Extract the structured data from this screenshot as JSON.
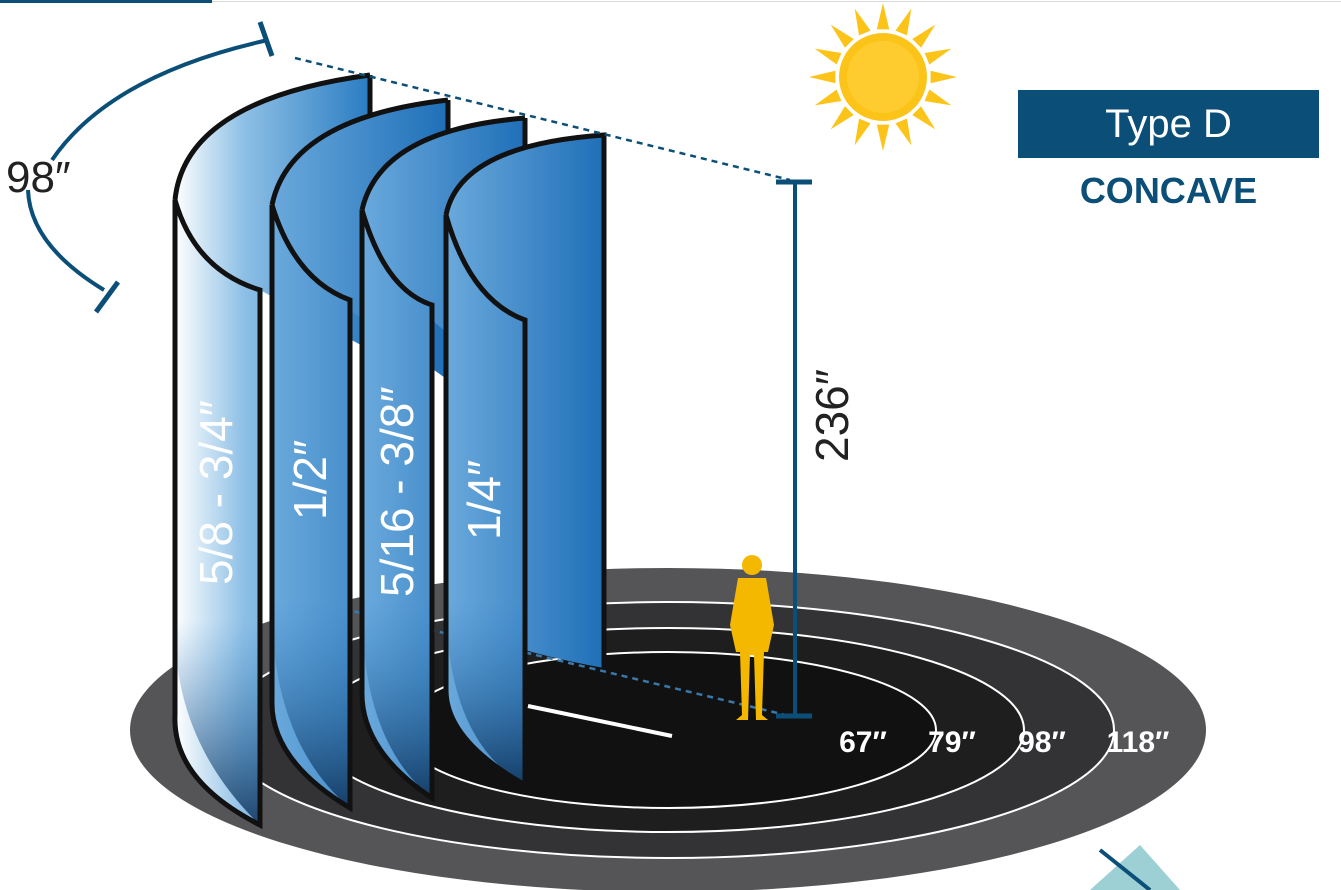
{
  "badge": {
    "type_label": "Type D",
    "shape_label": "CONCAVE"
  },
  "dimensions": {
    "arc_width": "98″",
    "height": "236″"
  },
  "panels": [
    {
      "thickness": "5/8 - 3/4″"
    },
    {
      "thickness": "1/2″"
    },
    {
      "thickness": "5/16 - 3/8″"
    },
    {
      "thickness": "1/4″"
    }
  ],
  "radii": [
    "67″",
    "79″",
    "98″",
    "118″"
  ],
  "colors": {
    "dimension_line": "#0b4f78",
    "glass": "#2e7fc4",
    "floor_outer": "#555555",
    "floor_inner": "#151515",
    "sun": "#fcc419",
    "person": "#f5b800"
  },
  "icons": [
    "sun-icon",
    "person-icon"
  ]
}
